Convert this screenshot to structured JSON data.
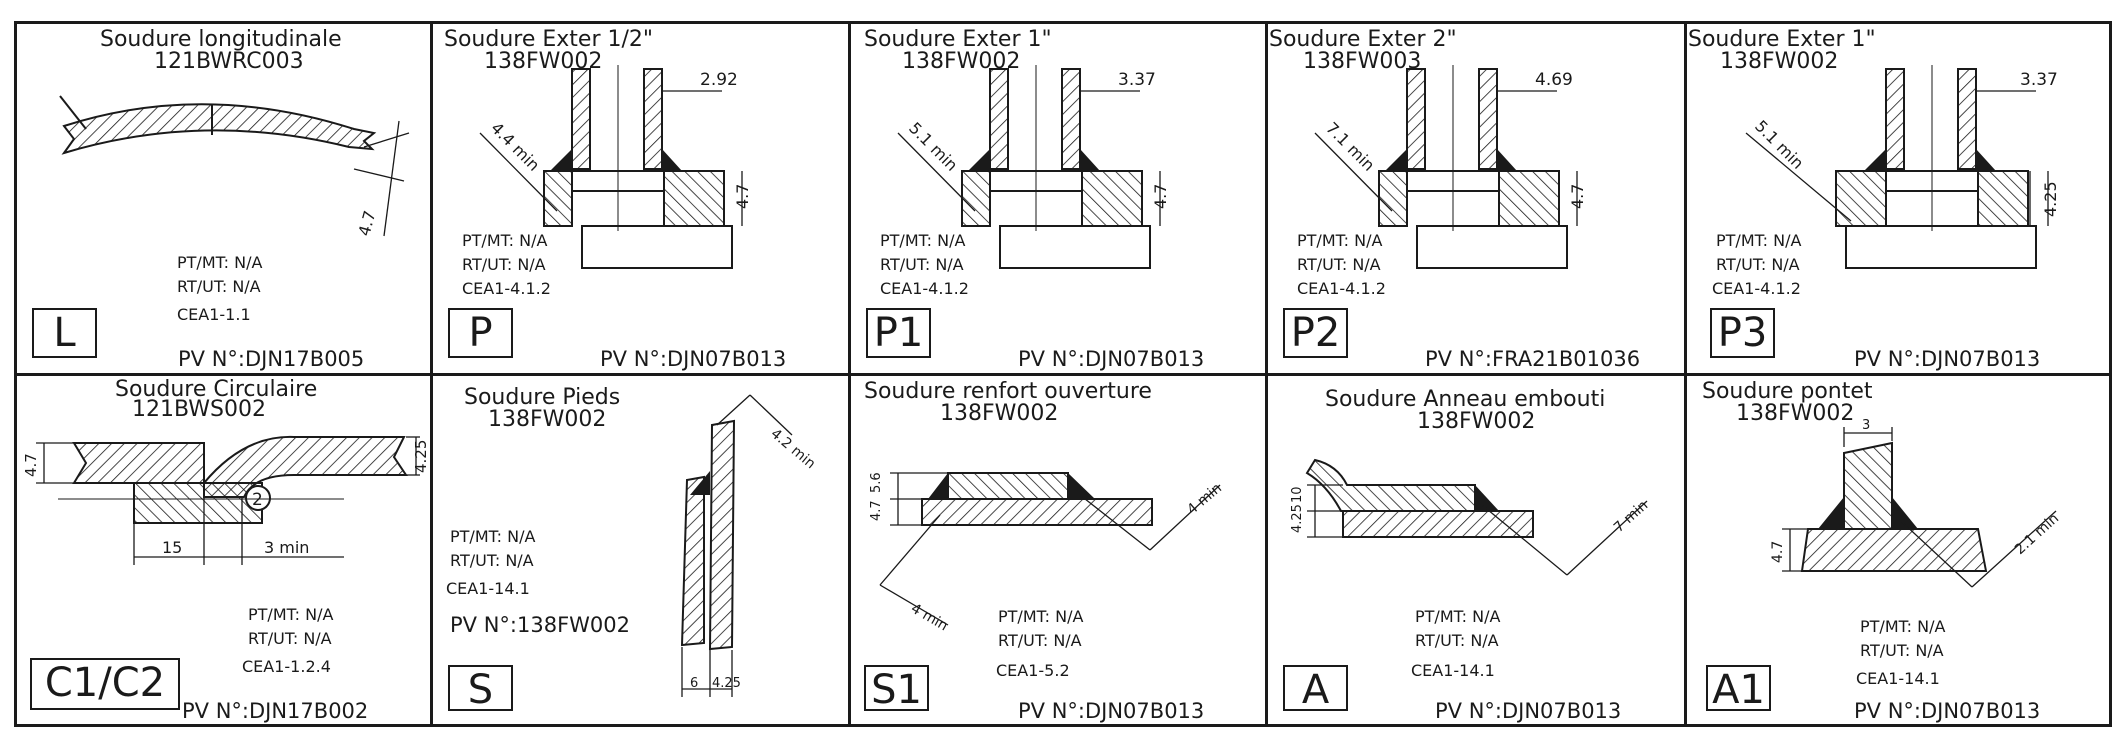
{
  "cells": [
    {
      "title_l1": "Soudure longitudinale",
      "title_l2": "121BWRC003",
      "pt": "PT/MT: N/A",
      "rt": "RT/UT: N/A",
      "ref": "CEA1-1.1",
      "code": "L",
      "pv": "PV N°:DJN17B005",
      "dims": [
        "4.7"
      ]
    },
    {
      "title_l1": "Soudure Exter 1/2\"",
      "title_l2": "138FW002",
      "pt": "PT/MT: N/A",
      "rt": "RT/UT: N/A",
      "ref": "CEA1-4.1.2",
      "code": "P",
      "pv": "PV N°:DJN07B013",
      "dims": [
        "2.92",
        "4.7",
        "4.4 min"
      ]
    },
    {
      "title_l1": "Soudure Exter 1\"",
      "title_l2": "138FW002",
      "pt": "PT/MT: N/A",
      "rt": "RT/UT: N/A",
      "ref": "CEA1-4.1.2",
      "code": "P1",
      "pv": "PV N°:DJN07B013",
      "dims": [
        "3.37",
        "4.7",
        "5.1 min"
      ]
    },
    {
      "title_l1": "Soudure Exter 2\"",
      "title_l2": "138FW003",
      "pt": "PT/MT: N/A",
      "rt": "RT/UT: N/A",
      "ref": "CEA1-4.1.2",
      "code": "P2",
      "pv": "PV N°:FRA21B01036",
      "dims": [
        "4.69",
        "4.7",
        "7.1 min"
      ]
    },
    {
      "title_l1": "Soudure Exter 1\"",
      "title_l2": "138FW002",
      "pt": "PT/MT: N/A",
      "rt": "RT/UT: N/A",
      "ref": "CEA1-4.1.2",
      "code": "P3",
      "pv": "PV N°:DJN07B013",
      "dims": [
        "3.37",
        "4.25",
        "5.1 min"
      ]
    },
    {
      "title_l1": "Soudure Circulaire",
      "title_l2": "121BWS002",
      "pt": "PT/MT: N/A",
      "rt": "RT/UT: N/A",
      "ref": "CEA1-1.2.4",
      "code": "C1/C2",
      "pv": "PV N°:DJN17B002",
      "dims": [
        "4.7",
        "4.25",
        "15",
        "3 min",
        "2"
      ]
    },
    {
      "title_l1": "Soudure Pieds",
      "title_l2": "138FW002",
      "pt": "PT/MT: N/A",
      "rt": "RT/UT: N/A",
      "ref": "CEA1-14.1",
      "code": "S",
      "pv": "PV N°:138FW002",
      "dims": [
        "4.2 min",
        "6",
        "4.25"
      ]
    },
    {
      "title_l1": "Soudure renfort ouverture",
      "title_l2": "138FW002",
      "pt": "PT/MT: N/A",
      "rt": "RT/UT: N/A",
      "ref": "CEA1-5.2",
      "code": "S1",
      "pv": "PV N°:DJN07B013",
      "dims": [
        "4.7",
        "5.6",
        "4 min",
        "4 min"
      ]
    },
    {
      "title_l1": "Soudure Anneau embouti",
      "title_l2": "138FW002",
      "pt": "PT/MT: N/A",
      "rt": "RT/UT: N/A",
      "ref": "CEA1-14.1",
      "code": "A",
      "pv": "PV N°:DJN07B013",
      "dims": [
        "4.25",
        "10",
        "7 min"
      ]
    },
    {
      "title_l1": "Soudure pontet",
      "title_l2": "138FW002",
      "pt": "PT/MT: N/A",
      "rt": "RT/UT: N/A",
      "ref": "CEA1-14.1",
      "code": "A1",
      "pv": "PV N°:DJN07B013",
      "dims": [
        "3",
        "4.7",
        "2.1 min"
      ]
    }
  ]
}
